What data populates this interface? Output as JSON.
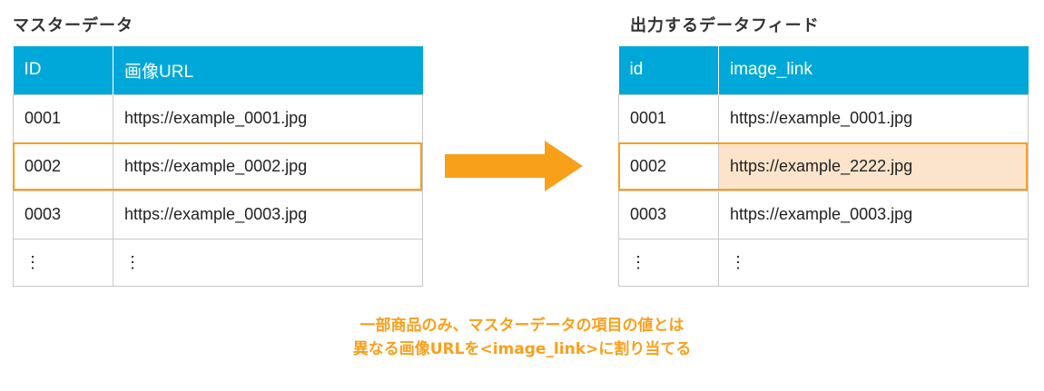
{
  "left": {
    "title": "マスターデータ",
    "headers": [
      "ID",
      "画像URL"
    ],
    "rows": [
      [
        "0001",
        "https://example_0001.jpg"
      ],
      [
        "0002",
        "https://example_0002.jpg"
      ],
      [
        "0003",
        "https://example_0003.jpg"
      ],
      [
        "⋮",
        "⋮"
      ]
    ]
  },
  "right": {
    "title": "出力するデータフィード",
    "headers": [
      "id",
      "image_link"
    ],
    "rows": [
      [
        "0001",
        "https://example_0001.jpg"
      ],
      [
        "0002",
        "https://example_2222.jpg"
      ],
      [
        "0003",
        "https://example_0003.jpg"
      ],
      [
        "⋮",
        "⋮"
      ]
    ]
  },
  "colors": {
    "header_bg": "#00a8d9",
    "accent": "#f9a01b",
    "highlight_bg": "#fce4cc"
  },
  "icons": {
    "arrow": "right-arrow-icon"
  },
  "note": {
    "line1": "一部商品のみ、マスターデータの項目の値とは",
    "line2": "異なる画像URLを<image_link>に割り当てる"
  }
}
